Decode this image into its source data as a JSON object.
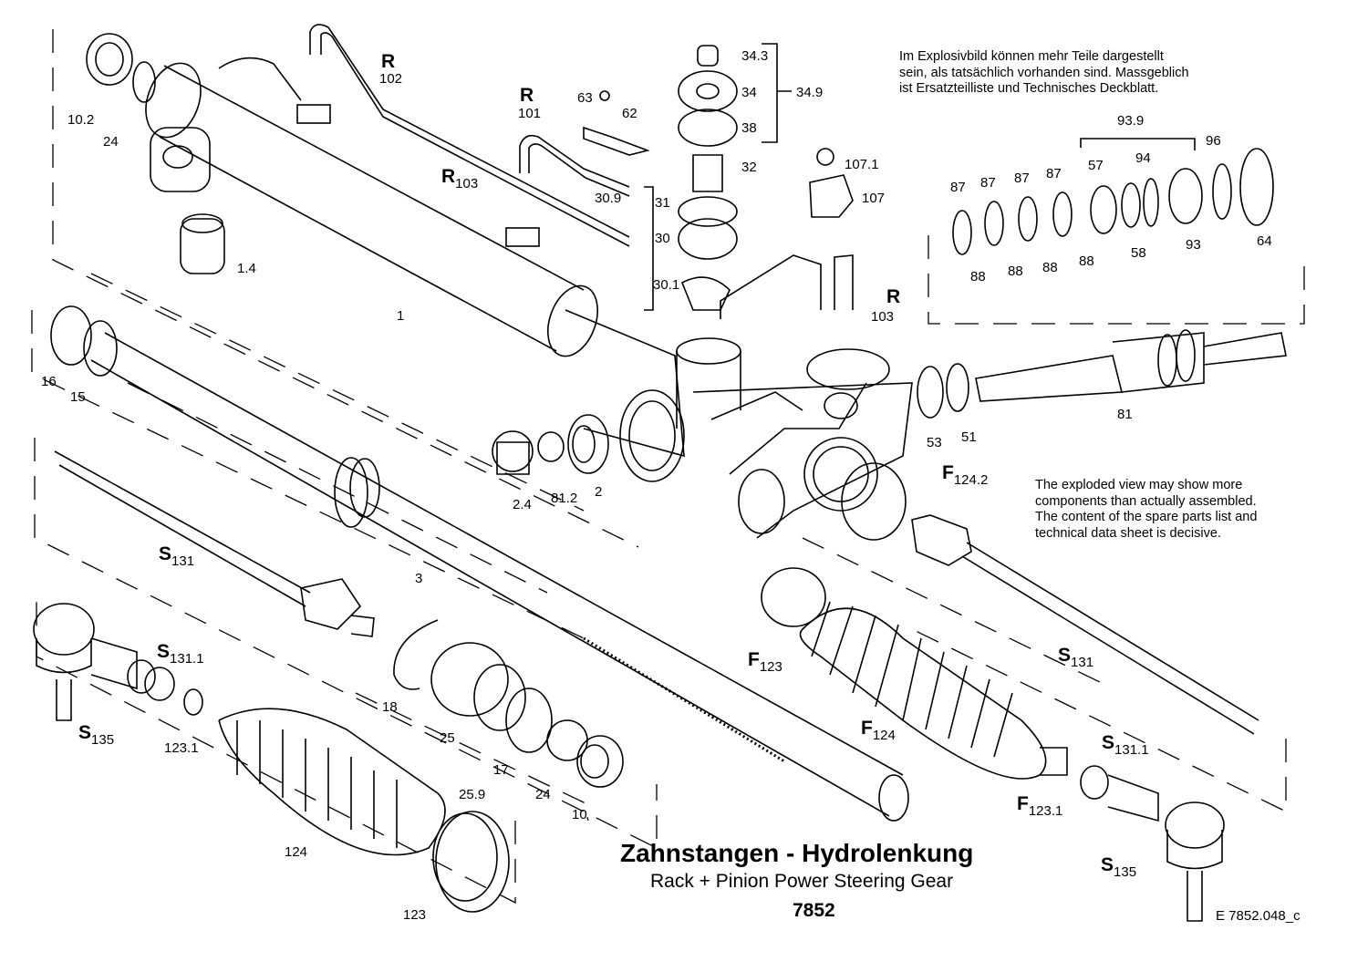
{
  "title": {
    "de": "Zahnstangen - Hydrolenkung",
    "en": "Rack + Pinion Power Steering Gear",
    "number": "7852"
  },
  "doc_ref": "E  7852.048_c",
  "notes": {
    "de": [
      "Im Explosivbild können mehr Teile dargestellt",
      "sein, als tatsächlich vorhanden sind. Massgeblich",
      "ist Ersatzteilliste und Technisches Deckblatt."
    ],
    "en": [
      "The exploded view may show more",
      "components than actually assembled.",
      "The content of the spare parts list and",
      "technical data sheet is decisive."
    ]
  },
  "part_labels": [
    "10.2",
    "24",
    "1.4",
    "1",
    "16",
    "15",
    "102",
    "101",
    "103",
    "63",
    "62",
    "30.9",
    "31",
    "30",
    "30.1",
    "34.3",
    "34",
    "38",
    "34.9",
    "32",
    "107.1",
    "107",
    "103",
    "93.9",
    "96",
    "87",
    "87",
    "87",
    "87",
    "57",
    "94",
    "88",
    "88",
    "88",
    "88",
    "58",
    "93",
    "64",
    "81",
    "53",
    "51",
    "2.4",
    "81.2",
    "2",
    "3",
    "18",
    "25",
    "17",
    "24",
    "10",
    "25.9",
    "124",
    "123",
    "123.1",
    "124",
    "123",
    "131.1"
  ],
  "ref_labels": [
    {
      "letter": "R",
      "sub": "102"
    },
    {
      "letter": "R",
      "sub": "101"
    },
    {
      "letter": "R",
      "sub": "103"
    },
    {
      "letter": "R",
      "sub": "103"
    },
    {
      "letter": "F",
      "sub": "124.2"
    },
    {
      "letter": "S",
      "sub": "131"
    },
    {
      "letter": "S",
      "sub": "131.1"
    },
    {
      "letter": "S",
      "sub": "135"
    },
    {
      "letter": "F",
      "sub": "123"
    },
    {
      "letter": "F",
      "sub": "124"
    },
    {
      "letter": "S",
      "sub": "131"
    },
    {
      "letter": "S",
      "sub": "131.1"
    },
    {
      "letter": "F",
      "sub": "123.1"
    },
    {
      "letter": "S",
      "sub": "135"
    }
  ]
}
